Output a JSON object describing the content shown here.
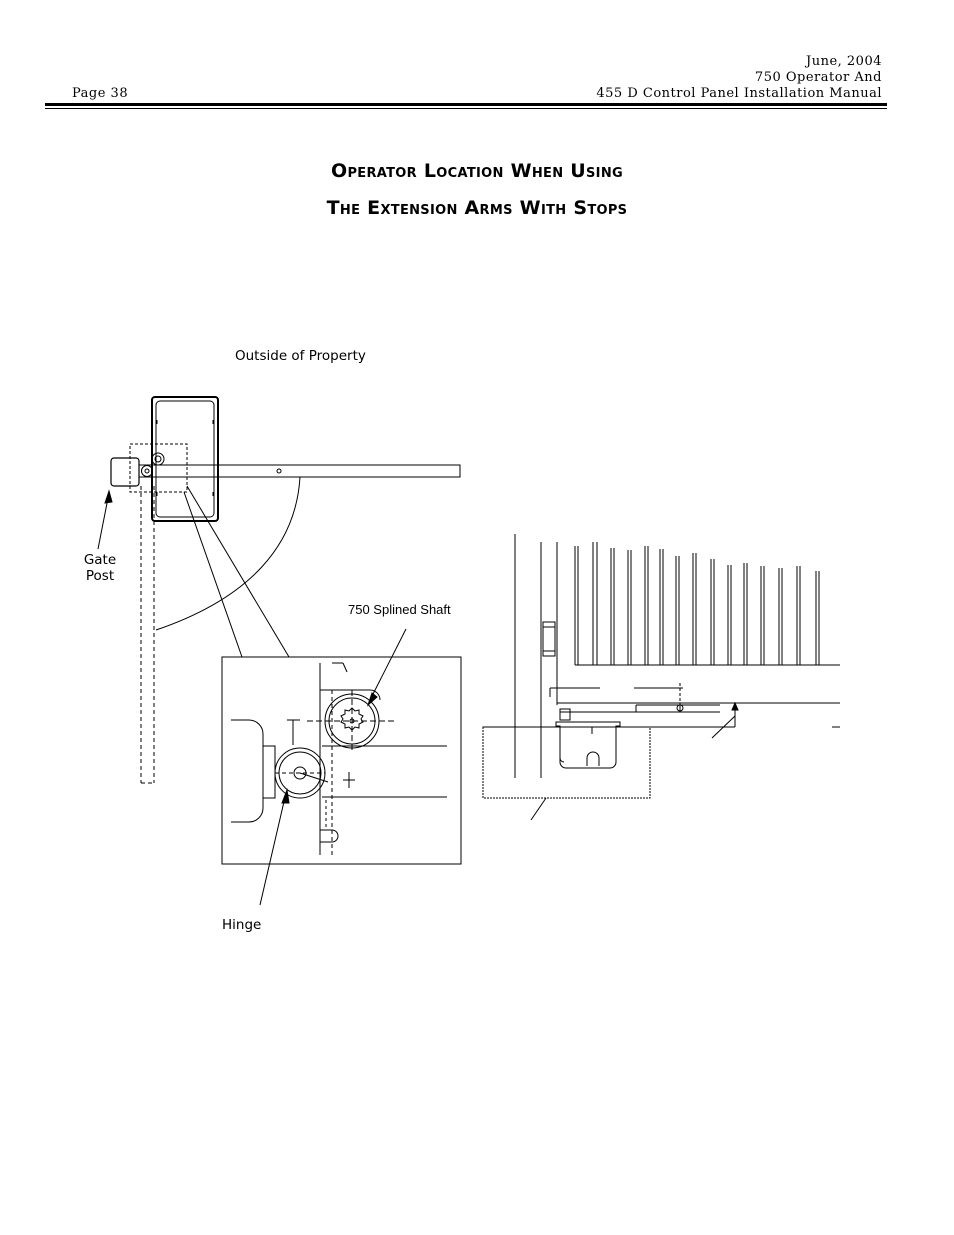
{
  "header": {
    "page_label": "Page 38",
    "date": "June, 2004",
    "manual_line1": "750 Operator And",
    "manual_line2": "455 D Control Panel Installation Manual"
  },
  "title": {
    "line1": "Operator Location When Using",
    "line2": "The Extension Arms With Stops"
  },
  "labels": {
    "outside_property": "Outside of Property",
    "gate_post_line1": "Gate",
    "gate_post_line2": "Post",
    "splined_shaft": "750 Splined Shaft",
    "hinge": "Hinge"
  }
}
